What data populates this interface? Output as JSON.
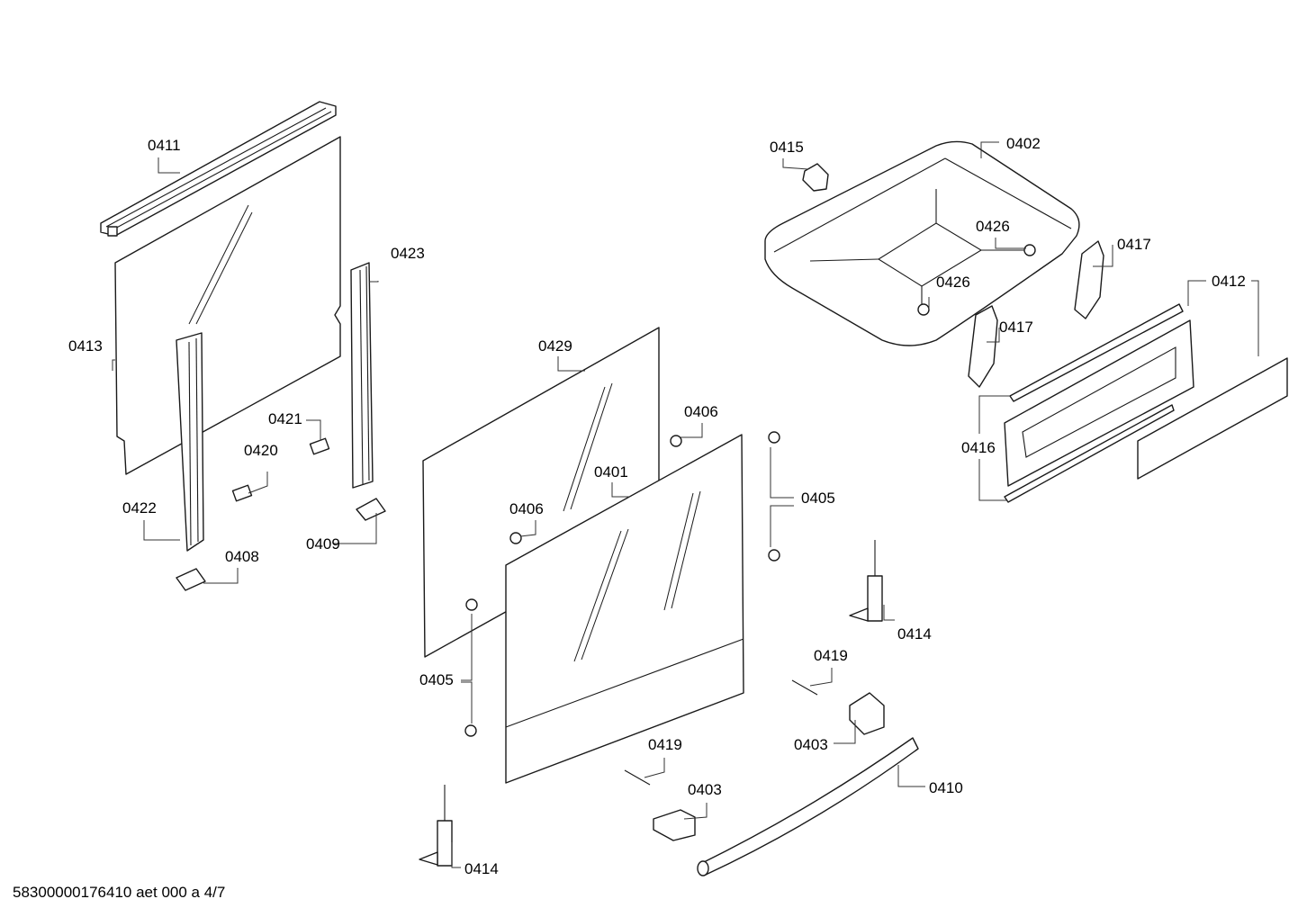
{
  "labels": {
    "l0411": "0411",
    "l0413": "0413",
    "l0423": "0423",
    "l0421": "0421",
    "l0420": "0420",
    "l0422": "0422",
    "l0409": "0409",
    "l0408": "0408",
    "l0429": "0429",
    "l0406a": "0406",
    "l0406b": "0406",
    "l0401": "0401",
    "l0405a": "0405",
    "l0405b": "0405",
    "l0415": "0415",
    "l0402": "0402",
    "l0426a": "0426",
    "l0426b": "0426",
    "l0417a": "0417",
    "l0417b": "0417",
    "l0412": "0412",
    "l0416": "0416",
    "l0414a": "0414",
    "l0414b": "0414",
    "l0419a": "0419",
    "l0419b": "0419",
    "l0403a": "0403",
    "l0403b": "0403",
    "l0410": "0410"
  },
  "footer": "58300000176410 aet 000 a 4/7"
}
